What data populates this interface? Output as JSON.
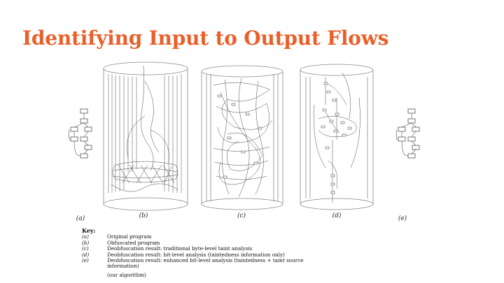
{
  "slide": {
    "title": "Identifying Input to Output Flows",
    "title_color": "#e8612c"
  },
  "figure": {
    "panel_labels": [
      "(a)",
      "(b)",
      "(c)",
      "(d)",
      "(e)"
    ]
  },
  "key": {
    "title": "Key:",
    "rows": [
      {
        "tag": "(a)",
        "text": "Original program"
      },
      {
        "tag": "(b)",
        "text": "Obfuscated program"
      },
      {
        "tag": "(c)",
        "text": "Deobfuscation result: traditional byte-level taint analysis"
      },
      {
        "tag": "(d)",
        "text": "Deobfuscation result: bit-level analysis (taintedness information only)"
      },
      {
        "tag": "(e)",
        "text": "Deobfuscation result: enhanced bit-level analysis (taintedness + taint source information)"
      }
    ],
    "note": "(our algorithm)"
  }
}
